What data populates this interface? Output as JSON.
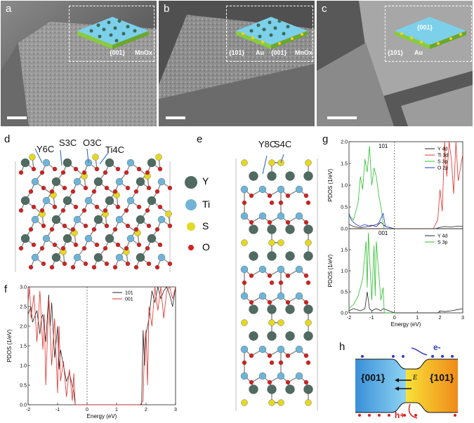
{
  "panels": {
    "a": {
      "label": "a",
      "ann1": "{001}",
      "ann2": "MnOx"
    },
    "b": {
      "label": "b",
      "ann1": "{101}",
      "ann2": "Au",
      "ann3": "{001}",
      "ann4": "MnOx"
    },
    "c": {
      "label": "c",
      "ann1": "{001}",
      "ann2": "{101}",
      "ann3": "Au"
    },
    "d": {
      "label": "d",
      "sites": [
        "Y6C",
        "S3C",
        "O3C",
        "Ti4C"
      ]
    },
    "e": {
      "label": "e",
      "sites": [
        "Y8C",
        "S4C"
      ],
      "legend": [
        "Y",
        "Ti",
        "S",
        "O"
      ]
    },
    "f": {
      "label": "f"
    },
    "g": {
      "label": "g"
    },
    "h": {
      "label": "h",
      "left": "{001}",
      "right": "{101}",
      "field": "E",
      "electron": "e-",
      "hole": "h+"
    }
  },
  "colors": {
    "Y": "#4f6b62",
    "Ti": "#6fb4d6",
    "S": "#e3d824",
    "O": "#d62020"
  },
  "chart_data": [
    {
      "type": "line",
      "panel": "f",
      "xlabel": "Energy (eV)",
      "ylabel": "PDOS (1/eV)",
      "xlim": [
        -2,
        3
      ],
      "ylim": [
        0,
        3.0
      ],
      "xticks": [
        -2,
        -1,
        0,
        1,
        2,
        3
      ],
      "yticks": [
        0,
        0.5,
        1.0,
        1.5,
        2.0,
        2.5,
        3.0
      ],
      "ytick_labels": [
        "0.0",
        "0.5",
        "1.0",
        "1.5",
        "2.0",
        "2.5",
        "3.0"
      ],
      "legend": "top-right",
      "series": [
        {
          "name": "101",
          "color": "#222222",
          "x": [
            -2,
            -1.9,
            -1.85,
            -1.8,
            -1.7,
            -1.6,
            -1.55,
            -1.5,
            -1.4,
            -1.3,
            -1.25,
            -1.2,
            -1.1,
            -1.0,
            -0.95,
            -0.9,
            -0.8,
            -0.7,
            -0.6,
            -0.5,
            -0.45,
            -0.4,
            -0.35,
            -0.3,
            1.8,
            1.85,
            1.9,
            1.95,
            2.0,
            2.1,
            2.2,
            2.3,
            2.4,
            2.5,
            2.6,
            2.7,
            2.8,
            2.9,
            3.0
          ],
          "y": [
            2.3,
            2.5,
            2.1,
            2.2,
            2.4,
            1.8,
            2.2,
            2.3,
            1.6,
            2.8,
            2.0,
            2.6,
            1.2,
            2.0,
            0.9,
            1.4,
            1.0,
            0.6,
            0.8,
            0.5,
            0.3,
            0.0,
            0.0,
            0.0,
            0.0,
            0.0,
            1.9,
            1.0,
            1.8,
            2.2,
            2.9,
            2.6,
            3.0,
            2.7,
            2.9,
            3.0,
            2.8,
            2.5,
            3.0
          ]
        },
        {
          "name": "001",
          "color": "#e0302a",
          "x": [
            -2,
            -1.95,
            -1.9,
            -1.8,
            -1.7,
            -1.6,
            -1.5,
            -1.45,
            -1.4,
            -1.3,
            -1.2,
            -1.1,
            -1.0,
            -0.95,
            -0.9,
            -0.8,
            -0.7,
            -0.6,
            -0.5,
            -0.45,
            -0.4,
            -0.3,
            -0.2,
            1.8,
            1.9,
            1.95,
            2.0,
            2.05,
            2.1,
            2.2,
            2.3,
            2.4,
            2.5,
            2.6,
            2.7,
            2.8,
            2.9,
            3.0
          ],
          "y": [
            2.6,
            3.0,
            2.2,
            2.8,
            1.6,
            2.9,
            1.4,
            2.3,
            0.5,
            2.7,
            1.0,
            2.2,
            0.3,
            2.0,
            0.6,
            1.1,
            0.2,
            0.9,
            0.1,
            0.8,
            0.0,
            0.0,
            0.0,
            0.0,
            0.1,
            1.6,
            1.9,
            0.5,
            2.5,
            2.0,
            3.0,
            2.4,
            3.0,
            2.2,
            2.9,
            3.0,
            2.7,
            3.0
          ]
        }
      ]
    },
    {
      "type": "line",
      "panel": "g-top",
      "label": "101",
      "ylabel": "PDOS (1/eV)",
      "xlim": [
        -2,
        3
      ],
      "ylim": [
        0,
        2.0
      ],
      "yticks": [
        0,
        0.5,
        1.0,
        1.5,
        2.0
      ],
      "ytick_labels": [
        "0.0",
        "0.5",
        "1.0",
        "1.5",
        "2.0"
      ],
      "legend": "top-right",
      "series": [
        {
          "name": "Y 4d",
          "color": "#222222",
          "x": [
            -2,
            -1.8,
            -1.5,
            -1.2,
            -1.0,
            -0.8,
            -0.6,
            -0.4,
            0,
            1.8,
            2.0,
            2.2,
            2.5,
            2.8,
            3.0
          ],
          "y": [
            0.1,
            0.05,
            0.02,
            0.05,
            0.08,
            0.05,
            0.15,
            0.05,
            0,
            0,
            0.03,
            0.05,
            0.04,
            0.06,
            0.05
          ]
        },
        {
          "name": "Ti 3d",
          "color": "#e0302a",
          "x": [
            -2,
            -0.5,
            1.7,
            1.9,
            2.0,
            2.1,
            2.2,
            2.3,
            2.4,
            2.5,
            2.6,
            2.7,
            2.8,
            2.9,
            3.0
          ],
          "y": [
            0,
            0,
            0,
            0.2,
            0.9,
            0.4,
            2.0,
            1.2,
            2.0,
            1.6,
            0.8,
            2.0,
            1.1,
            1.4,
            1.7
          ]
        },
        {
          "name": "S 3p",
          "color": "#2bbf2b",
          "x": [
            -2,
            -1.8,
            -1.6,
            -1.5,
            -1.4,
            -1.3,
            -1.2,
            -1.1,
            -1.0,
            -0.9,
            -0.8,
            -0.7,
            -0.6,
            -0.55,
            -0.5,
            -0.45,
            0
          ],
          "y": [
            0.3,
            0.2,
            0.6,
            1.2,
            0.9,
            1.6,
            1.3,
            1.9,
            1.0,
            1.4,
            1.2,
            0.8,
            0.5,
            0.35,
            0.1,
            0.0,
            0.0
          ]
        },
        {
          "name": "O 2p",
          "color": "#2233cc",
          "x": [
            -2,
            -1.9,
            -1.7,
            -1.5,
            -1.3,
            -1.1,
            -0.9,
            -0.7,
            -0.5,
            -0.4,
            0
          ],
          "y": [
            0.35,
            0.2,
            0.1,
            0.05,
            0.1,
            0.05,
            0.08,
            0.12,
            0.35,
            0.05,
            0
          ]
        }
      ]
    },
    {
      "type": "line",
      "panel": "g-bottom",
      "label": "001",
      "xlabel": "Energy (eV)",
      "ylabel": "PDOS (1/eV)",
      "xlim": [
        -2,
        3
      ],
      "ylim": [
        0,
        2.0
      ],
      "xticks": [
        -2,
        -1,
        0,
        1,
        2,
        3
      ],
      "yticks": [
        0,
        0.5,
        1.0,
        1.5
      ],
      "ytick_labels": [
        "0.0",
        "0.5",
        "1.0",
        "1.5"
      ],
      "legend": "top-right",
      "series": [
        {
          "name": "Y 4d",
          "color": "#222222",
          "x": [
            -2,
            -1.8,
            -1.5,
            -1.3,
            -1.2,
            -1.1,
            -1.0,
            -0.8,
            -0.6,
            -0.5,
            0,
            1.9,
            2.0,
            2.2,
            2.5,
            2.8,
            3.0
          ],
          "y": [
            0.05,
            0.1,
            0.05,
            0.1,
            0.5,
            0.1,
            0.05,
            0.1,
            0.05,
            0.1,
            0,
            0,
            0.05,
            0.03,
            0.05,
            0.08,
            0.1
          ]
        },
        {
          "name": "S 3p",
          "color": "#2bbf2b",
          "x": [
            -2,
            -1.8,
            -1.6,
            -1.4,
            -1.25,
            -1.2,
            -1.15,
            -1.0,
            -0.9,
            -0.85,
            -0.8,
            -0.6,
            -0.5,
            -0.45,
            0
          ],
          "y": [
            0.1,
            0.2,
            0.4,
            0.8,
            1.7,
            0.6,
            1.9,
            0.3,
            1.6,
            0.4,
            1.7,
            0.3,
            0.6,
            0.0,
            0.0
          ]
        }
      ]
    }
  ]
}
